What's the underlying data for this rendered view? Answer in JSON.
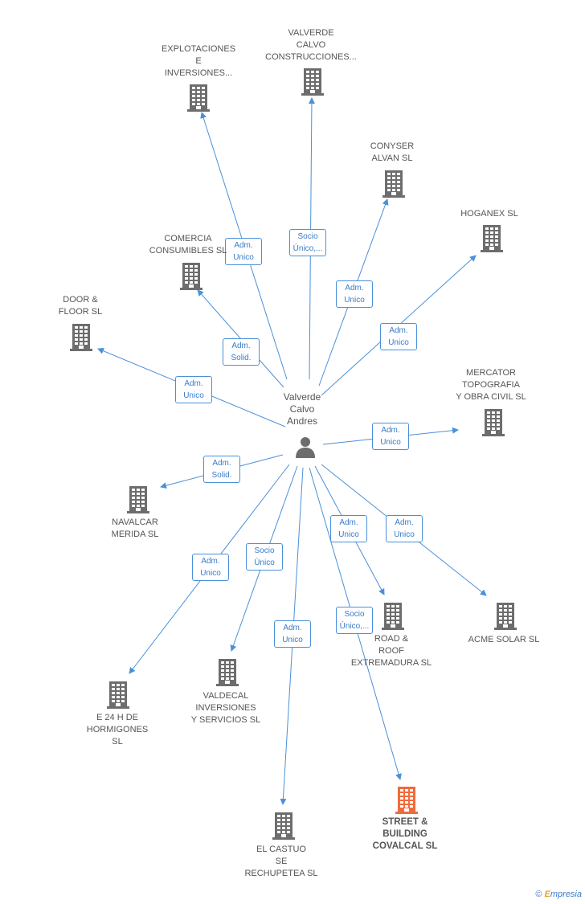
{
  "center": {
    "name": "Valverde\nCalvo\nAndres",
    "icon": "person-icon"
  },
  "colors": {
    "edge": "#4a90d9",
    "building": "#6d6d6d",
    "highlight": "#f06b3c"
  },
  "nodes": [
    {
      "id": "explotaciones",
      "label": "EXPLOTACIONES\nE\nINVERSIONES...",
      "edge": "Adm.\nUnico",
      "highlight": false
    },
    {
      "id": "valverde-construcciones",
      "label": "VALVERDE\nCALVO\nCONSTRUCCIONES...",
      "edge": "Socio\nÚnico,...",
      "highlight": false
    },
    {
      "id": "conyser",
      "label": "CONYSER\nALVAN  SL",
      "edge": "Adm.\nUnico",
      "highlight": false
    },
    {
      "id": "hoganex",
      "label": "HOGANEX SL",
      "edge": "Adm.\nUnico",
      "highlight": false
    },
    {
      "id": "comercia",
      "label": "COMERCIA\nCONSUMIBLES SL",
      "edge": "Adm.\nSolid.",
      "highlight": false
    },
    {
      "id": "door-floor",
      "label": "DOOR &\nFLOOR SL",
      "edge": "Adm.\nUnico",
      "highlight": false
    },
    {
      "id": "mercator",
      "label": "MERCATOR\nTOPOGRAFIA\nY OBRA CIVIL SL",
      "edge": "Adm.\nUnico",
      "highlight": false
    },
    {
      "id": "navalcar",
      "label": "NAVALCAR\nMERIDA SL",
      "edge": "Adm.\nSolid.",
      "highlight": false
    },
    {
      "id": "acme",
      "label": "ACME SOLAR SL",
      "edge": "Adm.\nUnico",
      "highlight": false
    },
    {
      "id": "road-roof",
      "label": "ROAD &\nROOF\nEXTREMADURA SL",
      "edge": "Adm.\nUnico",
      "highlight": false
    },
    {
      "id": "e24h",
      "label": "E 24 H DE\nHORMIGONES\nSL",
      "edge": "Adm.\nUnico",
      "highlight": false
    },
    {
      "id": "valdecal",
      "label": "VALDECAL\nINVERSIONES\nY SERVICIOS  SL",
      "edge": "Socio\nÚnico",
      "highlight": false
    },
    {
      "id": "el-castuo",
      "label": "EL CASTUO\nSE\nRECHUPETEA SL",
      "edge": "Adm.\nUnico",
      "highlight": false
    },
    {
      "id": "street-building",
      "label": "STREET &\nBUILDING\nCOVALCAL SL",
      "edge": "Socio\nÚnico,...",
      "highlight": true
    }
  ],
  "footer": {
    "copyright": "©",
    "brand_first": "E",
    "brand_rest": "mpresia"
  }
}
